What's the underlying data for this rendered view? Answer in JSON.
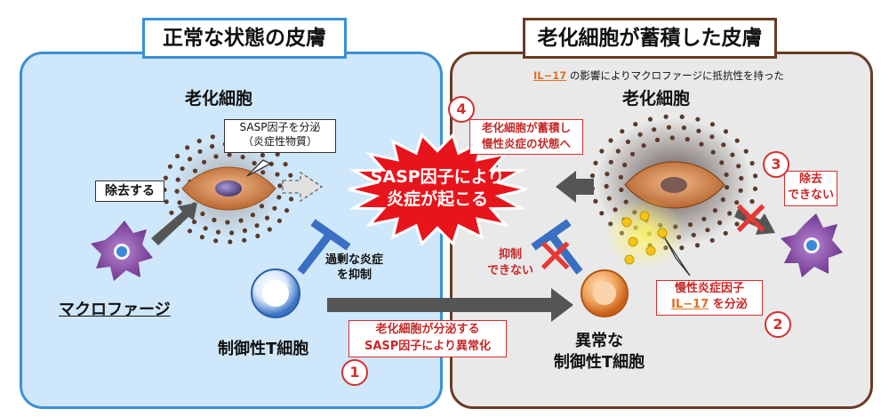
{
  "left": {
    "title": "正常な状態の皮膚",
    "senescent_label": "老化細胞",
    "sasp_secrete_line1": "SASP因子を分泌",
    "sasp_secrete_line2": "（炎症性物質）",
    "remove_label": "除去する",
    "macrophage_label": "マクロファージ",
    "suppress_line1": "過剰な炎症",
    "suppress_line2": "を抑制",
    "treg_label": "制御性T細胞"
  },
  "right": {
    "title": "老化細胞が蓄積した皮膚",
    "il17_note_keyword": "IL−17",
    "il17_note_rest": " の影響によりマクロファージに抵抗性を持った",
    "senescent_label": "老化細胞",
    "accumulate_line1": "老化細胞が蓄積し",
    "accumulate_line2": "慢性炎症の状態へ",
    "cannot_remove_line1": "除去",
    "cannot_remove_line2": "できない",
    "cannot_suppress_line1": "抑制",
    "cannot_suppress_line2": "できない",
    "chronic_factor_line1": "慢性炎症因子",
    "chronic_factor_keyword": "IL−17",
    "chronic_factor_rest": " を分泌",
    "abnormal_treg_line1": "異常な",
    "abnormal_treg_line2": "制御性T細胞"
  },
  "center": {
    "burst_line1": "SASP因子により",
    "burst_line2": "炎症が起こる",
    "abnormal_line1": "老化細胞が分泌する",
    "abnormal_line2": "SASP因子により異常化"
  },
  "steps": [
    "1",
    "2",
    "3",
    "4"
  ],
  "x_mark": "✕",
  "colors": {
    "left_border": "#3a90d6",
    "left_fill": "#cfe7fa",
    "right_border": "#6a3b24",
    "right_fill": "#e9e9e9",
    "burst_fill": "#e8141b",
    "accent_red": "#d32f2f",
    "il17_orange": "#e07020",
    "arrow_gray": "#555555",
    "inhibit_blue": "#3a6fc4"
  }
}
